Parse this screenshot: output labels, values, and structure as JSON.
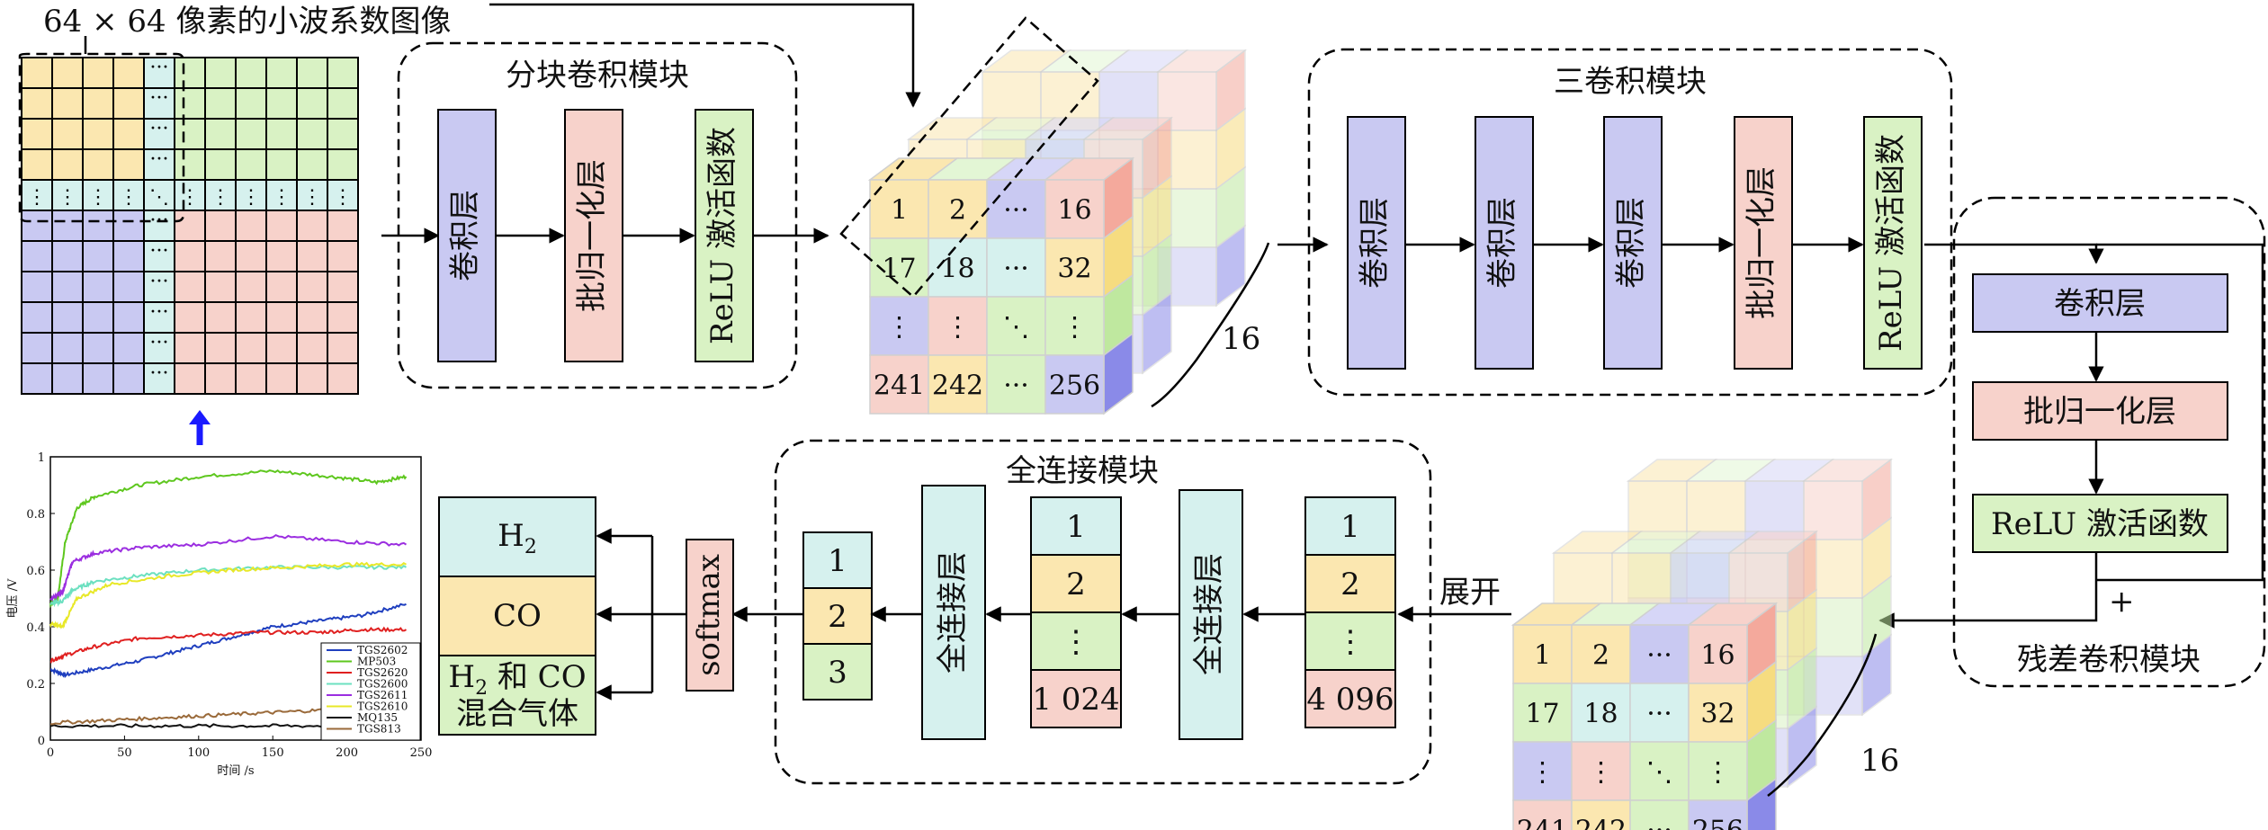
{
  "input": {
    "title": "64 × 64 像素的小波系数图像"
  },
  "modules": {
    "block_conv": {
      "title": "分块卷积模块",
      "layers": [
        "卷积层",
        "批归一化层",
        "ReLU 激活函数"
      ]
    },
    "triple_conv": {
      "title": "三卷积模块",
      "layers": [
        "卷积层",
        "卷积层",
        "卷积层",
        "批归一化层",
        "ReLU 激活函数"
      ]
    },
    "residual": {
      "title": "残差卷积模块",
      "layers": [
        "卷积层",
        "批归一化层",
        "ReLU 激活函数"
      ],
      "plus": "+"
    },
    "fc": {
      "title": "全连接模块",
      "layer_label": "全连接层",
      "vec4096": [
        "1",
        "2",
        "⋮",
        "4 096"
      ],
      "vec1024": [
        "1",
        "2",
        "⋮",
        "1 024"
      ],
      "vec3": [
        "1",
        "2",
        "3"
      ]
    }
  },
  "cube": {
    "cells": [
      [
        "1",
        "2",
        "···",
        "16"
      ],
      [
        "17",
        "18",
        "···",
        "32"
      ],
      [
        "⋮",
        "⋮",
        "⋱",
        "⋮"
      ],
      [
        "241",
        "242",
        "···",
        "256"
      ]
    ],
    "depth_label": "16"
  },
  "flatten_label": "展开",
  "softmax_label": "softmax",
  "outputs": [
    "H2",
    "CO",
    "H2 和 CO\n混合气体"
  ],
  "output_text": {
    "h2_main": "H",
    "h2_sub": "2",
    "co": "CO",
    "mix_line1_main": "H",
    "mix_line1_sub": "2",
    "mix_line1_rest": " 和 CO",
    "mix_line2": "混合气体"
  },
  "chart_data": {
    "type": "line",
    "xlabel": "时间 /s",
    "ylabel": "电压 /V",
    "xlim": [
      0,
      250
    ],
    "ylim": [
      0,
      1
    ],
    "xticks": [
      "0",
      "50",
      "100",
      "150",
      "200",
      "250"
    ],
    "yticks": [
      "0",
      "0.2",
      "0.4",
      "0.6",
      "0.8",
      "1"
    ],
    "series": [
      {
        "name": "TGS2602",
        "color": "#1f3fbf",
        "points": [
          [
            0,
            0.25
          ],
          [
            10,
            0.23
          ],
          [
            30,
            0.25
          ],
          [
            60,
            0.28
          ],
          [
            90,
            0.32
          ],
          [
            120,
            0.36
          ],
          [
            150,
            0.4
          ],
          [
            180,
            0.42
          ],
          [
            210,
            0.44
          ],
          [
            240,
            0.48
          ]
        ]
      },
      {
        "name": "MP503",
        "color": "#5ec71e",
        "points": [
          [
            0,
            0.48
          ],
          [
            5,
            0.5
          ],
          [
            10,
            0.7
          ],
          [
            18,
            0.82
          ],
          [
            30,
            0.86
          ],
          [
            60,
            0.9
          ],
          [
            100,
            0.93
          ],
          [
            150,
            0.95
          ],
          [
            190,
            0.93
          ],
          [
            220,
            0.91
          ],
          [
            240,
            0.93
          ]
        ]
      },
      {
        "name": "TGS2620",
        "color": "#e02020",
        "points": [
          [
            0,
            0.28
          ],
          [
            10,
            0.3
          ],
          [
            30,
            0.33
          ],
          [
            60,
            0.36
          ],
          [
            100,
            0.37
          ],
          [
            140,
            0.38
          ],
          [
            180,
            0.38
          ],
          [
            210,
            0.39
          ],
          [
            240,
            0.39
          ]
        ]
      },
      {
        "name": "TGS2600",
        "color": "#6ce0c0",
        "points": [
          [
            0,
            0.48
          ],
          [
            8,
            0.49
          ],
          [
            15,
            0.53
          ],
          [
            30,
            0.56
          ],
          [
            60,
            0.58
          ],
          [
            100,
            0.6
          ],
          [
            150,
            0.61
          ],
          [
            200,
            0.61
          ],
          [
            240,
            0.61
          ]
        ]
      },
      {
        "name": "TGS2611",
        "color": "#9b2ee0",
        "points": [
          [
            0,
            0.5
          ],
          [
            8,
            0.52
          ],
          [
            15,
            0.63
          ],
          [
            30,
            0.66
          ],
          [
            60,
            0.68
          ],
          [
            100,
            0.69
          ],
          [
            150,
            0.72
          ],
          [
            200,
            0.7
          ],
          [
            240,
            0.69
          ]
        ]
      },
      {
        "name": "TGS2610",
        "color": "#e8e828",
        "points": [
          [
            0,
            0.41
          ],
          [
            8,
            0.4
          ],
          [
            18,
            0.5
          ],
          [
            40,
            0.55
          ],
          [
            80,
            0.58
          ],
          [
            120,
            0.6
          ],
          [
            160,
            0.61
          ],
          [
            200,
            0.62
          ],
          [
            240,
            0.62
          ]
        ]
      },
      {
        "name": "MQ135",
        "color": "#111111",
        "points": [
          [
            0,
            0.05
          ],
          [
            60,
            0.05
          ],
          [
            120,
            0.05
          ],
          [
            180,
            0.05
          ],
          [
            240,
            0.05
          ]
        ]
      },
      {
        "name": "TGS813",
        "color": "#9a6a3a",
        "points": [
          [
            0,
            0.06
          ],
          [
            40,
            0.07
          ],
          [
            80,
            0.08
          ],
          [
            120,
            0.09
          ],
          [
            160,
            0.1
          ],
          [
            200,
            0.11
          ],
          [
            240,
            0.11
          ]
        ]
      }
    ]
  }
}
